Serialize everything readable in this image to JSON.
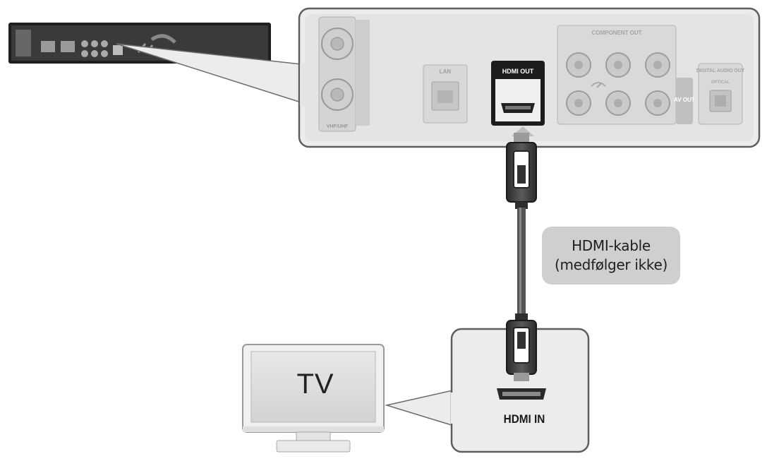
{
  "panel": {
    "hdmi_out_label": "HDMI OUT",
    "lan_label": "LAN",
    "component_out_label": "COMPONENT OUT",
    "digital_audio_out_label": "DIGITAL AUDIO OUT",
    "optical_label": "OPTICAL",
    "av_out_label": "AV OUT",
    "vhf_uhf_label": "VHF/UHF"
  },
  "cable": {
    "label_line1": "HDMI-kable",
    "label_line2": "(medfølger ikke)"
  },
  "tv": {
    "label": "TV",
    "port_label": "HDMI IN"
  },
  "colors": {
    "panel_fill": "#e6e6e6",
    "callout_fill": "#ececec",
    "label_bg": "#cfcfcf",
    "device_body": "#2a2a2a",
    "cable": "#555555"
  }
}
